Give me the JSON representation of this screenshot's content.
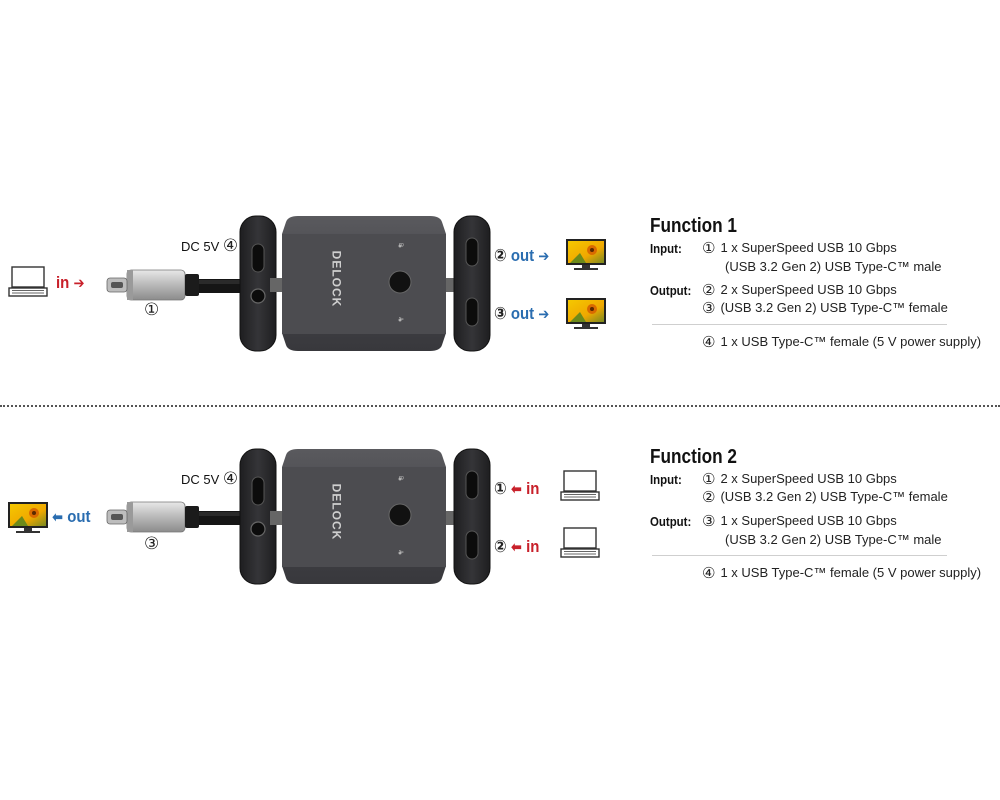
{
  "diagram1": {
    "dc_label": "DC 5V",
    "dc_num": "④",
    "cable_num": "①",
    "in_label": "in",
    "out_labels": [
      {
        "num": "②",
        "label": "out"
      },
      {
        "num": "③",
        "label": "out"
      }
    ]
  },
  "diagram2": {
    "dc_label": "DC 5V",
    "dc_num": "④",
    "cable_num": "③",
    "out_label": "out",
    "in_labels": [
      {
        "num": "①",
        "label": "in"
      },
      {
        "num": "②",
        "label": "in"
      }
    ]
  },
  "functions": [
    {
      "title": "Function 1",
      "input_label": "Input:",
      "input_lines": [
        {
          "num": "①",
          "text": "1 x SuperSpeed USB 10 Gbps"
        },
        {
          "num": "",
          "text": "(USB 3.2 Gen 2) USB Type-C™ male"
        }
      ],
      "output_label": "Output:",
      "output_lines": [
        {
          "num": "②",
          "text": "2 x SuperSpeed USB 10 Gbps"
        },
        {
          "num": "③",
          "text": "(USB 3.2 Gen 2) USB Type-C™ female"
        }
      ],
      "power_line": {
        "num": "④",
        "text": "1 x USB Type-C™ female (5 V power supply)"
      }
    },
    {
      "title": "Function 2",
      "input_label": "Input:",
      "input_lines": [
        {
          "num": "①",
          "text": "2 x SuperSpeed USB 10 Gbps"
        },
        {
          "num": "②",
          "text": "(USB 3.2 Gen 2) USB Type-C™ female"
        }
      ],
      "output_label": "Output:",
      "output_lines": [
        {
          "num": "③",
          "text": "1 x SuperSpeed USB 10 Gbps"
        },
        {
          "num": "",
          "text": "(USB 3.2 Gen 2) USB Type-C™ male"
        }
      ],
      "power_line": {
        "num": "④",
        "text": "1 x USB Type-C™ female (5 V power supply)"
      }
    }
  ],
  "brand_logo_text": "DELOCK",
  "device_switch_marks": [
    "B",
    "A"
  ],
  "icons": {
    "laptop": "laptop-icon",
    "monitor": "monitor-icon",
    "usb_c_plug": "usb-c-plug-icon",
    "switch_device": "usb-switch-icon"
  },
  "colors": {
    "in_arrow": "#c8202a",
    "out_arrow": "#2a6db0",
    "device_body": "#4a4a4d",
    "device_cap": "#2b2b2d"
  }
}
